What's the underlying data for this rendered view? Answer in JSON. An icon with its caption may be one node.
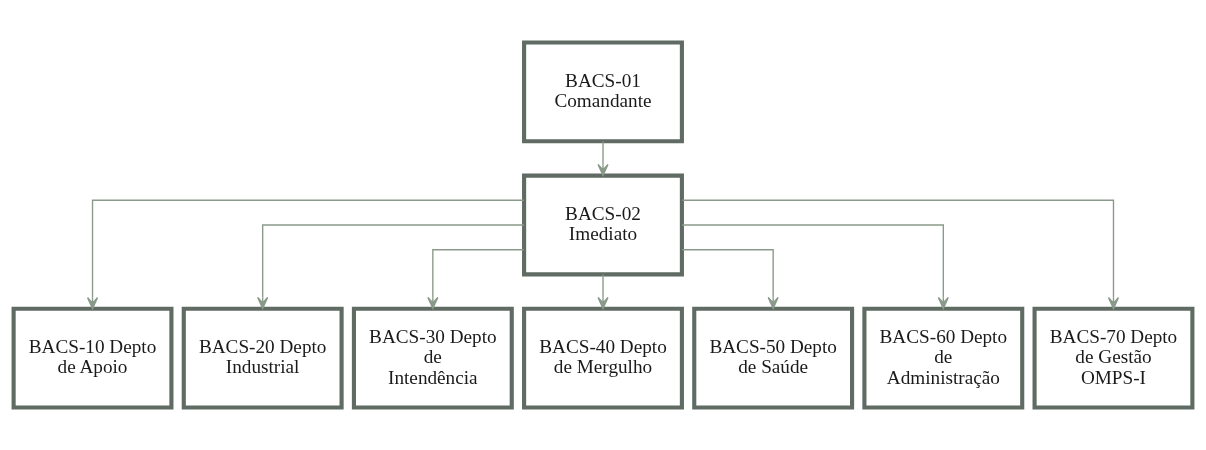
{
  "diagram": {
    "nodes": [
      {
        "text": [
          "BACS-01 Comandante"
        ]
      },
      {
        "text": [
          "BACS-02 Imediato"
        ]
      },
      {
        "text": [
          "BACS-10 Depto de Apoio"
        ]
      },
      {
        "text": [
          "BACS-20 Depto Industrial"
        ]
      },
      {
        "text": [
          "BACS-30 Depto de Intendência"
        ]
      },
      {
        "text": [
          "BACS-40 Depto de Mergulho"
        ]
      },
      {
        "text": [
          "BACS-50 Depto de Saúde"
        ]
      },
      {
        "text": [
          "BACS-60 Depto de Administração"
        ]
      },
      {
        "text": [
          "BACS-70 Depto de Gestão OMPS-I"
        ]
      }
    ],
    "edges": [
      {
        "from": 0,
        "to": 1,
        "arrow": "to"
      },
      {
        "from": 1,
        "to": 2,
        "arrow": "to"
      },
      {
        "from": 1,
        "to": 3,
        "arrow": "to"
      },
      {
        "from": 1,
        "to": 4,
        "arrow": "to"
      },
      {
        "from": 1,
        "to": 5,
        "arrow": "to"
      },
      {
        "from": 1,
        "to": 6,
        "arrow": "to"
      },
      {
        "from": 1,
        "to": 7,
        "arrow": "to"
      },
      {
        "from": 1,
        "to": 8,
        "arrow": "to"
      }
    ]
  }
}
